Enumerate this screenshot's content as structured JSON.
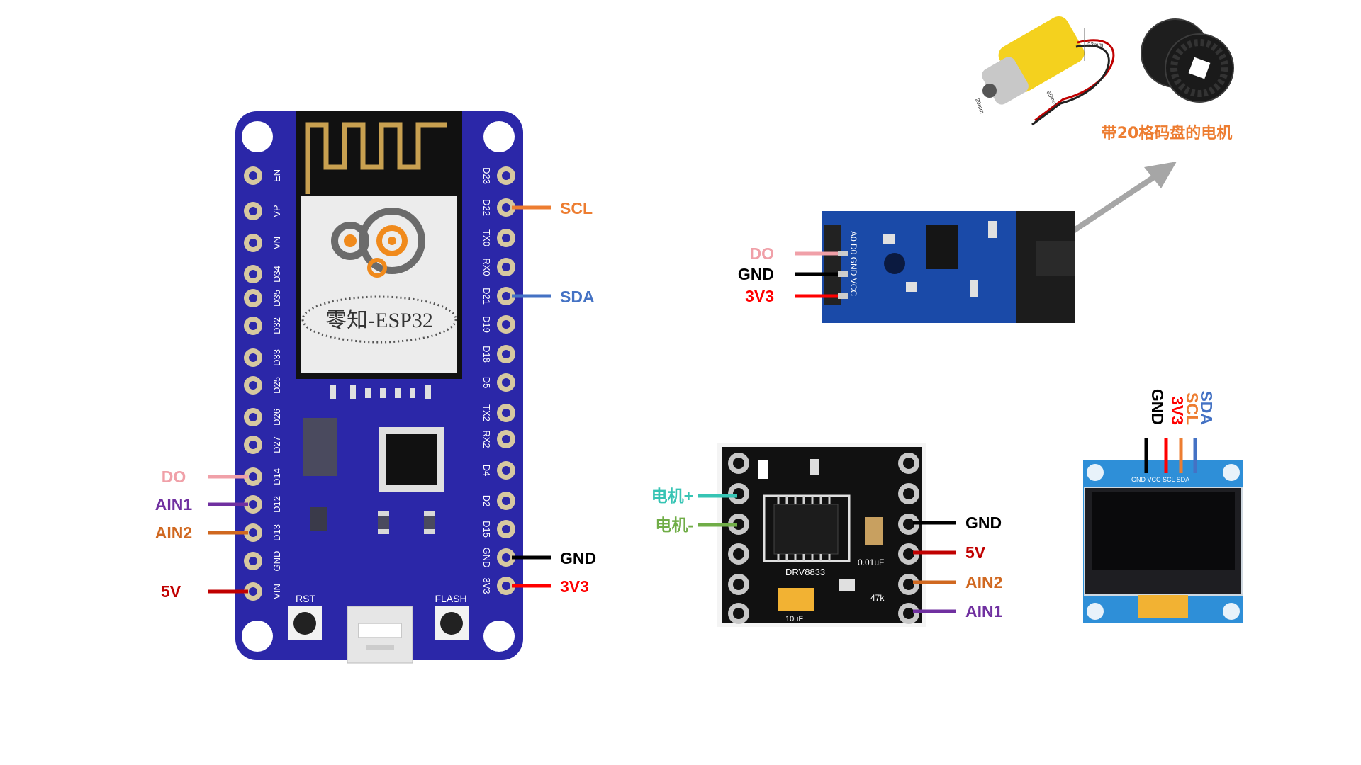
{
  "esp32": {
    "module_label": "零知-ESP32",
    "left_pins": [
      "EN",
      "VP",
      "VN",
      "D34",
      "D35",
      "D32",
      "D33",
      "D25",
      "D26",
      "D27",
      "D14",
      "D12",
      "D13",
      "GND",
      "VIN"
    ],
    "right_pins": [
      "D23",
      "D22",
      "TX0",
      "RX0",
      "D21",
      "D19",
      "D18",
      "D5",
      "TX2",
      "RX2",
      "D4",
      "D2",
      "D15",
      "GND",
      "3V3"
    ],
    "rst_label": "RST",
    "flash_label": "FLASH",
    "wires_left": [
      {
        "label": "DO",
        "color": "#f0a0a8"
      },
      {
        "label": "AIN1",
        "color": "#7030a0"
      },
      {
        "label": "AIN2",
        "color": "#d06820"
      },
      {
        "label": "5V",
        "color": "#c00000"
      }
    ],
    "wires_right": [
      {
        "label": "SCL",
        "color": "#ed7d31"
      },
      {
        "label": "SDA",
        "color": "#4472c4"
      },
      {
        "label": "GND",
        "color": "#000000"
      },
      {
        "label": "3V3",
        "color": "#ff0000"
      }
    ]
  },
  "motor": {
    "caption": "带20格码盘的电机",
    "caption_color": "#ed7d31",
    "dim_23": "23mm",
    "dim_65": "65mm",
    "dim_20": "20mm"
  },
  "speed_sensor": {
    "wires": [
      {
        "label": "DO",
        "color": "#f0a0a8"
      },
      {
        "label": "GND",
        "color": "#000000"
      },
      {
        "label": "3V3",
        "color": "#ff0000"
      }
    ],
    "pcb_pins": "A0 D0 GND VCC"
  },
  "drv8833": {
    "chip_label": "DRV8833",
    "res_label": "47k",
    "cap_label": "0.01uF",
    "cap2_label": "10uF",
    "wires_left": [
      {
        "label": "电机+",
        "color": "#36c4b4"
      },
      {
        "label": "电机-",
        "color": "#70ad47"
      }
    ],
    "wires_right": [
      {
        "label": "GND",
        "color": "#000000"
      },
      {
        "label": "5V",
        "color": "#c00000"
      },
      {
        "label": "AIN2",
        "color": "#d06820"
      },
      {
        "label": "AIN1",
        "color": "#7030a0"
      }
    ]
  },
  "oled": {
    "wires": [
      {
        "label": "GND",
        "color": "#000000"
      },
      {
        "label": "3V3",
        "color": "#ff0000"
      },
      {
        "label": "SCL",
        "color": "#ed7d31"
      },
      {
        "label": "SDA",
        "color": "#4472c4"
      }
    ],
    "pin_print": "GND VCC SCL SDA"
  }
}
